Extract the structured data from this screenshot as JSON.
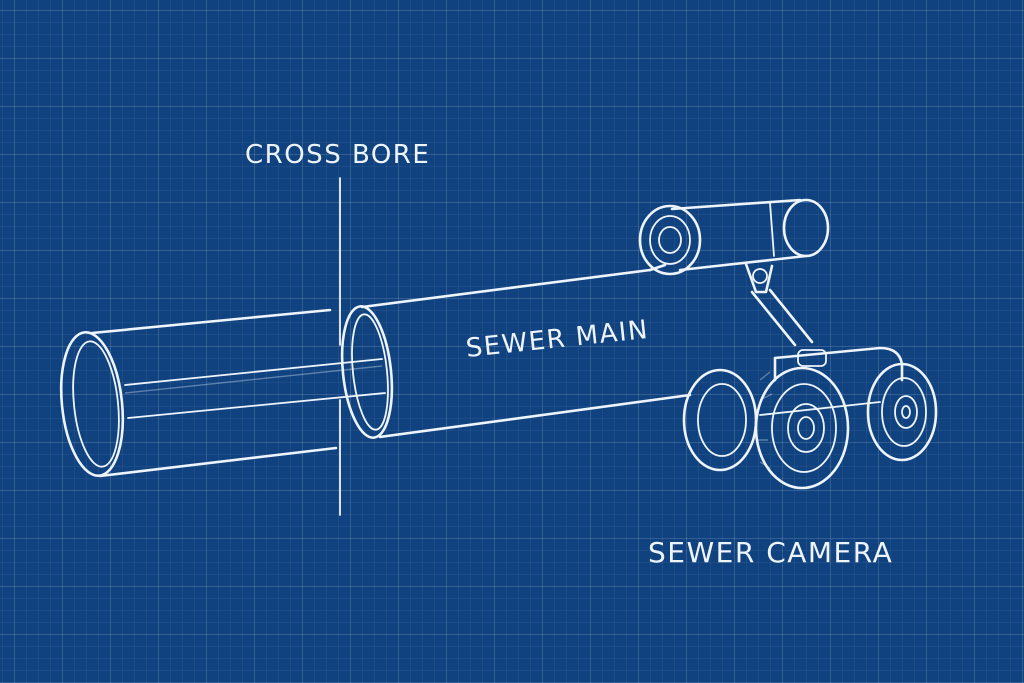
{
  "labels": {
    "cross_bore": "CROSS BORE",
    "sewer_main": "SEWER MAIN",
    "sewer_camera": "SEWER CAMERA"
  },
  "colors": {
    "background": "#10427f",
    "ink": "#eef4fb"
  },
  "icons": {
    "camera_robot": "sewer-camera-crawler-icon"
  }
}
